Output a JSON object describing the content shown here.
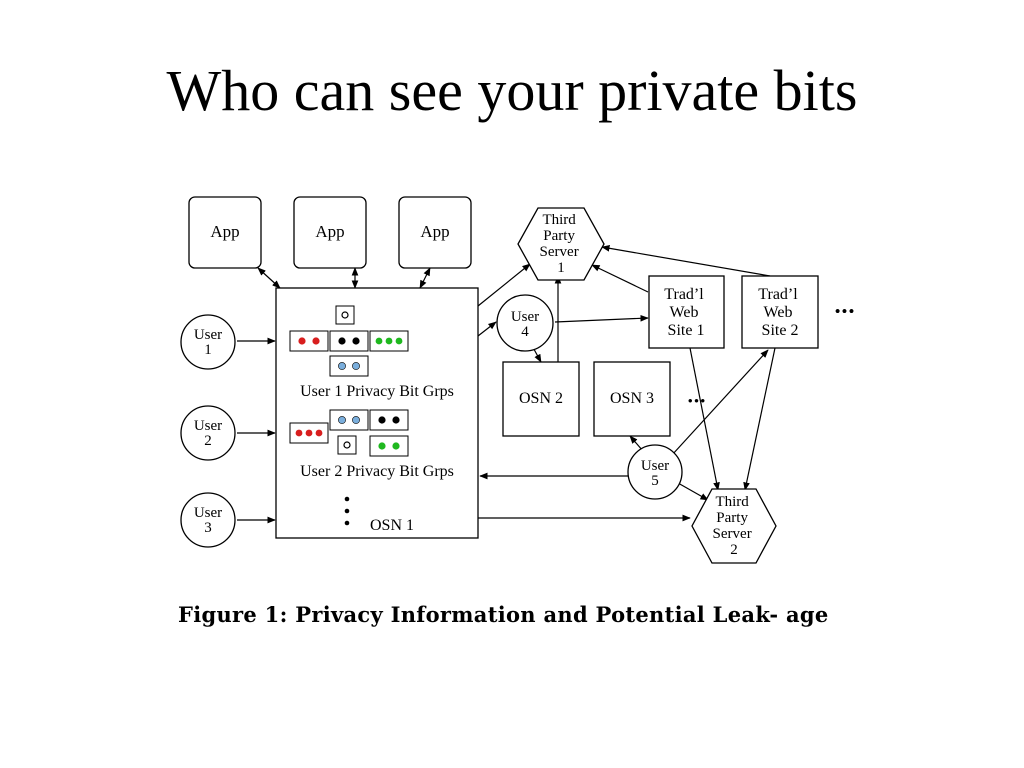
{
  "slide": {
    "title": "Who can see your private bits"
  },
  "diagram": {
    "apps": [
      "App",
      "App",
      "App"
    ],
    "users": [
      [
        "User",
        "1"
      ],
      [
        "User",
        "2"
      ],
      [
        "User",
        "3"
      ],
      [
        "User",
        "4"
      ],
      [
        "User",
        "5"
      ]
    ],
    "osn1": {
      "label": "OSN 1",
      "group1_label": "User 1 Privacy Bit Grps",
      "group2_label": "User 2 Privacy Bit Grps"
    },
    "osn2": "OSN 2",
    "osn3": "OSN 3",
    "third_party_1": [
      "Third",
      "Party",
      "Server",
      "1"
    ],
    "third_party_2": [
      "Third",
      "Party",
      "Server",
      "2"
    ],
    "web_site_1": [
      "Trad’l",
      "Web",
      "Site 1"
    ],
    "web_site_2": [
      "Trad’l",
      "Web",
      "Site 2"
    ],
    "ellipsis": "•••",
    "colors": {
      "red": "#d81e1e",
      "black": "#000000",
      "green": "#1fb81f",
      "blue": "#7aaedc"
    }
  },
  "caption": "Figure 1: Privacy Information and Potential Leak- age"
}
